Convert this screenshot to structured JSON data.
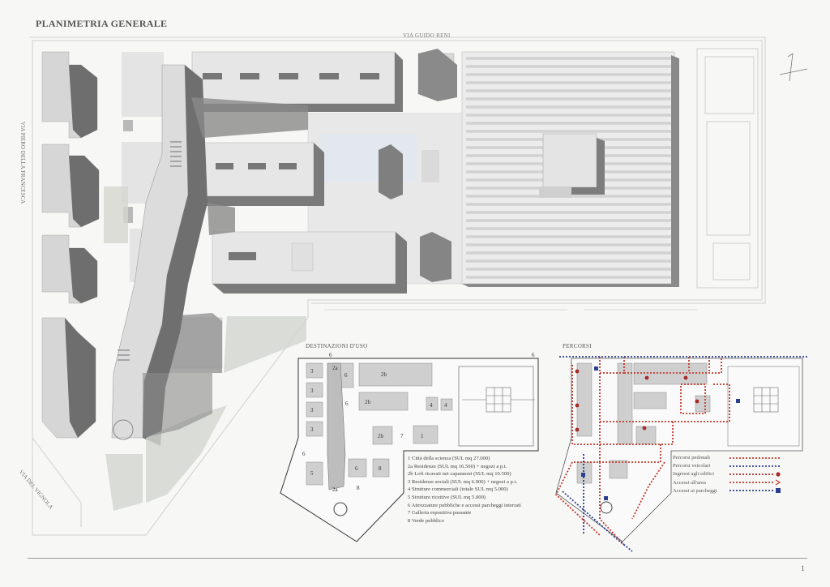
{
  "title": "PLANIMETRIA GENERALE",
  "streets": {
    "north": "VIA GUIDO RENI",
    "west": "VIA PIERO DELLA FRANCESCA",
    "southwest": "VIA DEL VIGNOLA"
  },
  "uses_map": {
    "heading": "DESTINAZIONI D'USO",
    "labels": [
      "2a",
      "2b",
      "3",
      "4",
      "5",
      "6",
      "7",
      "8",
      "1"
    ],
    "legend": [
      "1   Città della scienza (SUL mq 27.000)",
      "2a Residenze (SUL mq 16.500) + negozi a p.t.",
      "2b Loft ricavati nei capannoni (SUL mq 10.500)",
      "3   Residenze sociali (SUL mq 6.000) + negozi a p.t.",
      "4   Strutture commerciali (totale SUL mq 5.000)",
      "5   Strutture ricettive (SUL mq 5.000)",
      "6   Attrezzature pubbliche e accessi parcheggi interrati",
      "7   Galleria espositiva passante",
      "8   Verde pubblico"
    ]
  },
  "paths_map": {
    "heading": "PERCORSI",
    "legend": [
      {
        "label": "Percorsi pedonali",
        "color": "#c0392b",
        "marker": "dots"
      },
      {
        "label": "Percorsi veicolari",
        "color": "#2c3e8f",
        "marker": "dots"
      },
      {
        "label": "Ingressi agli edifici",
        "color": "#a52a2a",
        "marker": "dot-end"
      },
      {
        "label": "Accessi all'area",
        "color": "#c0392b",
        "marker": "arrow"
      },
      {
        "label": "Accessi ai parcheggi",
        "color": "#2c3e8f",
        "marker": "square"
      }
    ]
  },
  "page_number": "1"
}
